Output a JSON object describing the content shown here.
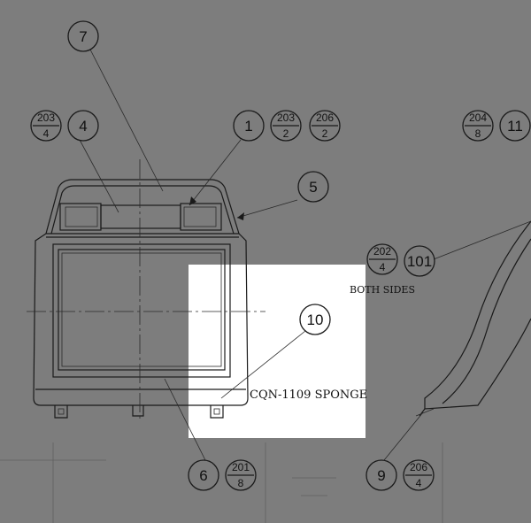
{
  "drawing": {
    "callouts": [
      {
        "id": "7"
      },
      {
        "id": "4",
        "ref": {
          "top": "203",
          "bottom": "4"
        }
      },
      {
        "id": "1",
        "refs": [
          {
            "top": "203",
            "bottom": "2"
          },
          {
            "top": "206",
            "bottom": "2"
          }
        ]
      },
      {
        "id": "5"
      },
      {
        "id": "11",
        "ref": {
          "top": "204",
          "bottom": "8"
        }
      },
      {
        "id": "101",
        "ref": {
          "top": "202",
          "bottom": "4"
        }
      },
      {
        "id": "10"
      },
      {
        "id": "6",
        "ref": {
          "top": "201",
          "bottom": "8"
        }
      },
      {
        "id": "9",
        "ref": {
          "top": "206",
          "bottom": "4"
        }
      }
    ],
    "notes": {
      "both_sides": "BOTH SIDES",
      "sponge": "CQN-1109 SPONGE"
    },
    "colors": {
      "paper": "#7d7d7d",
      "highlight": "#ffffff",
      "ink": "#1a1a1a"
    }
  }
}
